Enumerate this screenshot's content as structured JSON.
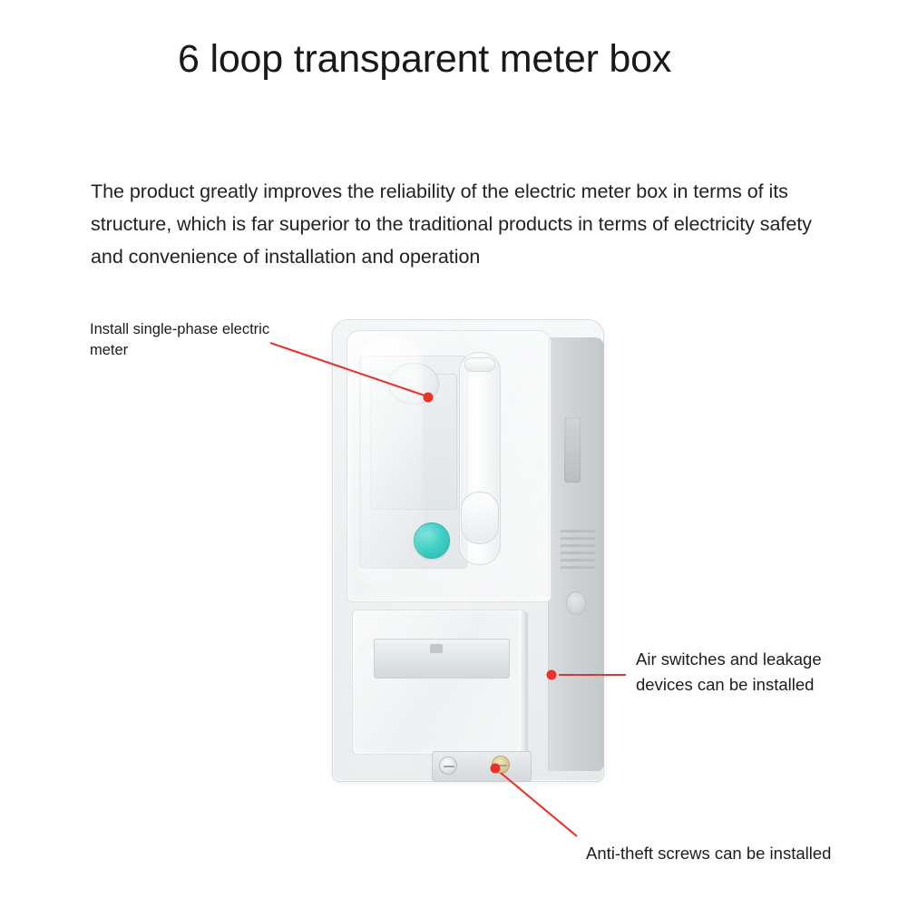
{
  "page": {
    "background_color": "#ffffff",
    "title": "6 loop transparent meter box",
    "subtitle": "The product greatly improves the reliability of the electric meter box in terms of its structure, which is far superior to the traditional products in terms of electricity safety and convenience of installation and operation"
  },
  "callouts": [
    {
      "id": "install-single-phase-electric-meter",
      "text": "Install single-phase electric meter",
      "marker_color": "#e8322b",
      "line_color": "#e8322b"
    },
    {
      "id": "air-switches-and-leakage-devices",
      "text": "Air switches and leakage devices can be installed",
      "marker_color": "#e8322b",
      "line_color": "#e8322b"
    },
    {
      "id": "anti-theft-screws",
      "text": "Anti-theft screws can be installed",
      "marker_color": "#e8322b",
      "line_color": "#e8322b"
    }
  ],
  "product": {
    "name": "transparent electric meter box",
    "accent_button_color": "#33c9c0",
    "body_color": "#e6eaec",
    "screw_color": "#cdb473"
  }
}
